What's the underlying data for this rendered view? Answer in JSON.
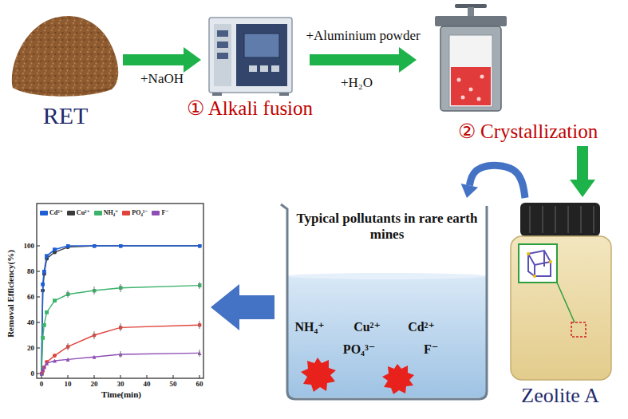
{
  "diagram": {
    "nodes": [
      {
        "text": [
          "RET"
        ]
      },
      {
        "text": [
          "① Alkali fusion"
        ]
      },
      {
        "text": [
          "② Crystallization"
        ]
      },
      {
        "text": [
          "Removal Efficiency(%)",
          "Time(min)"
        ]
      },
      {
        "text": [
          "Typical pollutants in rare earth mines",
          "NH₄⁺",
          "Cu²⁺",
          "Cd²⁺",
          "PO₄³⁻",
          "F⁻"
        ]
      },
      {
        "text": [
          "Zeolite A"
        ]
      }
    ],
    "edges": [
      {
        "from": 0,
        "to": 1,
        "arrow": "to",
        "label": "+NaOH"
      },
      {
        "from": 1,
        "to": 2,
        "arrow": "to",
        "label": "+Aluminium powder"
      },
      {
        "from": 2,
        "to": 5,
        "arrow": "to"
      },
      {
        "from": 5,
        "to": 4,
        "arrow": "to"
      },
      {
        "from": 4,
        "to": 3,
        "arrow": "to"
      }
    ],
    "labels": [
      "+H₂O",
      "0",
      "20",
      "40",
      "60",
      "80",
      "100",
      "0",
      "10",
      "20",
      "30",
      "40",
      "50",
      "60"
    ],
    "legend": [
      {
        "text": "Cd²⁺",
        "color": "#1f5fd6"
      },
      {
        "text": "Cu²⁺",
        "color": "#3a3a3a"
      },
      {
        "text": "NH₄⁺",
        "color": "#3bb36a"
      },
      {
        "text": "PO₄³⁻",
        "color": "#e0443c"
      },
      {
        "text": "F⁻",
        "color": "#8e4fb5"
      }
    ]
  }
}
